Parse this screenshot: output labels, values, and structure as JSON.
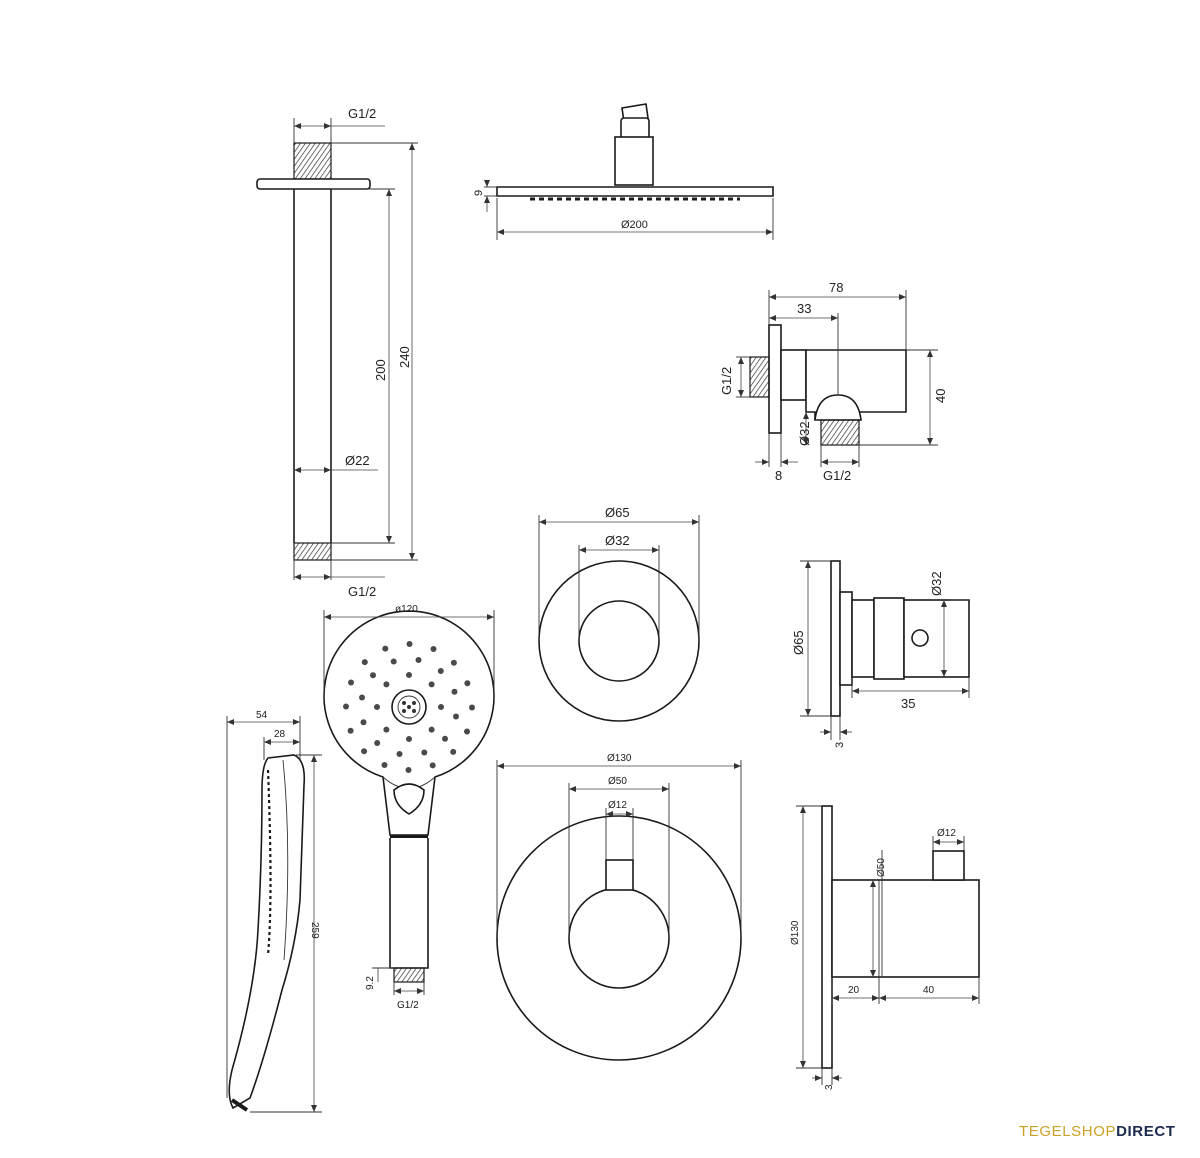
{
  "brand": {
    "part1": "TEGELSHOP",
    "part2": "DIRECT",
    "part1_color": "#c9a227",
    "part2_color": "#1b2a4e"
  },
  "ceiling_arm": {
    "thread_top": "G1/2",
    "thread_bottom": "G1/2",
    "length_inner": "200",
    "length_total": "240",
    "diameter": "Ø22"
  },
  "rain_head": {
    "thickness": "9",
    "diameter": "Ø200"
  },
  "wall_outlet": {
    "width_total": "78",
    "width_partial": "33",
    "thread_left": "G1/2",
    "height": "40",
    "diameter": "Ø32",
    "plate": "8",
    "thread_bottom": "G1/2"
  },
  "stop_valve_front": {
    "outer": "Ø65",
    "inner": "Ø32"
  },
  "stop_valve_side": {
    "plate_diameter": "Ø65",
    "body_diameter": "Ø32",
    "depth": "35",
    "plate": "3"
  },
  "hand_shower": {
    "head_diameter": "ø120",
    "thread": "G1/2",
    "thread_len": "9.2"
  },
  "hand_shower_side": {
    "depth_total": "54",
    "depth_partial": "28",
    "length": "259"
  },
  "thermostat_front": {
    "outer": "Ø130",
    "middle": "Ø50",
    "inner": "Ø12"
  },
  "thermostat_side": {
    "plate_diameter": "Ø130",
    "knob_diameter": "Ø50",
    "stem_diameter": "Ø12",
    "offset": "20",
    "depth": "40",
    "plate": "3"
  }
}
